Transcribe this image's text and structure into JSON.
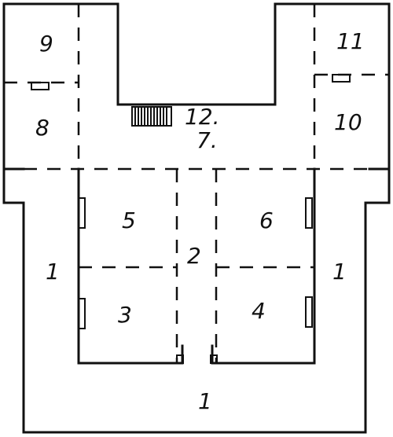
{
  "rooms": [
    {
      "id": "room-9",
      "label": "9"
    },
    {
      "id": "room-8",
      "label": "8"
    },
    {
      "id": "room-11",
      "label": "11"
    },
    {
      "id": "room-10",
      "label": "10"
    },
    {
      "id": "room-12",
      "label": "12."
    },
    {
      "id": "room-7",
      "label": "7."
    },
    {
      "id": "room-5",
      "label": "5"
    },
    {
      "id": "room-6",
      "label": "6"
    },
    {
      "id": "room-2",
      "label": "2"
    },
    {
      "id": "room-3",
      "label": "3"
    },
    {
      "id": "room-4",
      "label": "4"
    },
    {
      "id": "room-1-left",
      "label": "1"
    },
    {
      "id": "room-1-right",
      "label": "1"
    },
    {
      "id": "room-1-bottom",
      "label": "1"
    }
  ]
}
